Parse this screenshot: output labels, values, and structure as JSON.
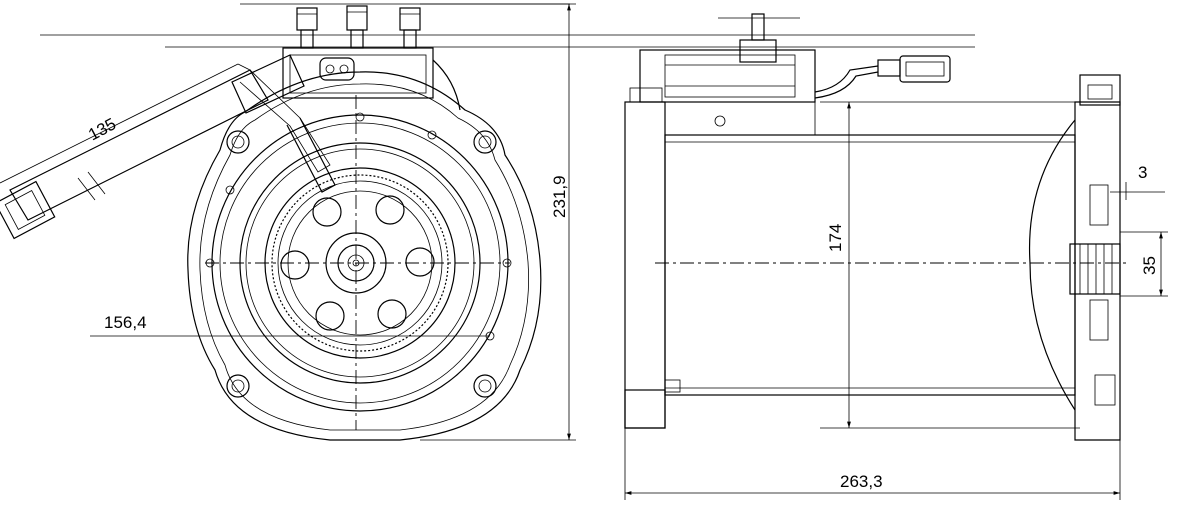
{
  "dimensions": {
    "arm_length": "135",
    "front_width": "156,4",
    "overall_height": "231,9",
    "body_height": "174",
    "shaft_length": "35",
    "step": "3",
    "total_length": "263,3"
  }
}
